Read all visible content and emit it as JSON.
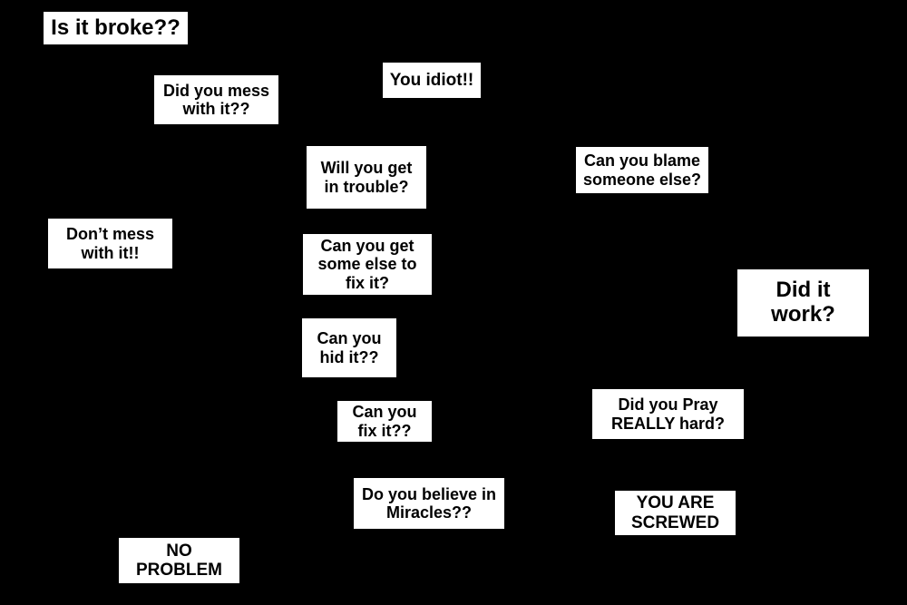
{
  "flowchart": {
    "description": "Humorous troubleshooting flowchart on black background",
    "colors": {
      "background": "#000000",
      "node_background": "#ffffff",
      "node_text": "#000000"
    },
    "nodes": [
      {
        "id": "is-it-broke",
        "label": "Is it broke??"
      },
      {
        "id": "you-idiot",
        "label": "You idiot!!"
      },
      {
        "id": "did-you-mess-with-it",
        "label": "Did you mess\nwith it??"
      },
      {
        "id": "will-you-get-in-trouble",
        "label": "Will you get\nin trouble?"
      },
      {
        "id": "can-you-blame-someone-else",
        "label": "Can you blame\nsomeone else?"
      },
      {
        "id": "dont-mess-with-it",
        "label": "Don’t mess\nwith it!!"
      },
      {
        "id": "can-you-get-some-else-to-fix-it",
        "label": "Can you get\nsome else to\nfix it?"
      },
      {
        "id": "did-it-work",
        "label": "Did it\nwork?"
      },
      {
        "id": "can-you-hid-it",
        "label": "Can you\nhid it??"
      },
      {
        "id": "can-you-fix-it",
        "label": "Can you\nfix it??"
      },
      {
        "id": "did-you-pray-really-hard",
        "label": "Did you Pray\nREALLY hard?"
      },
      {
        "id": "do-you-believe-in-miracles",
        "label": "Do you believe in\nMiracles??"
      },
      {
        "id": "you-are-screwed",
        "label": "YOU ARE\nSCREWED"
      },
      {
        "id": "no-problem",
        "label": "NO\nPROBLEM"
      }
    ]
  }
}
